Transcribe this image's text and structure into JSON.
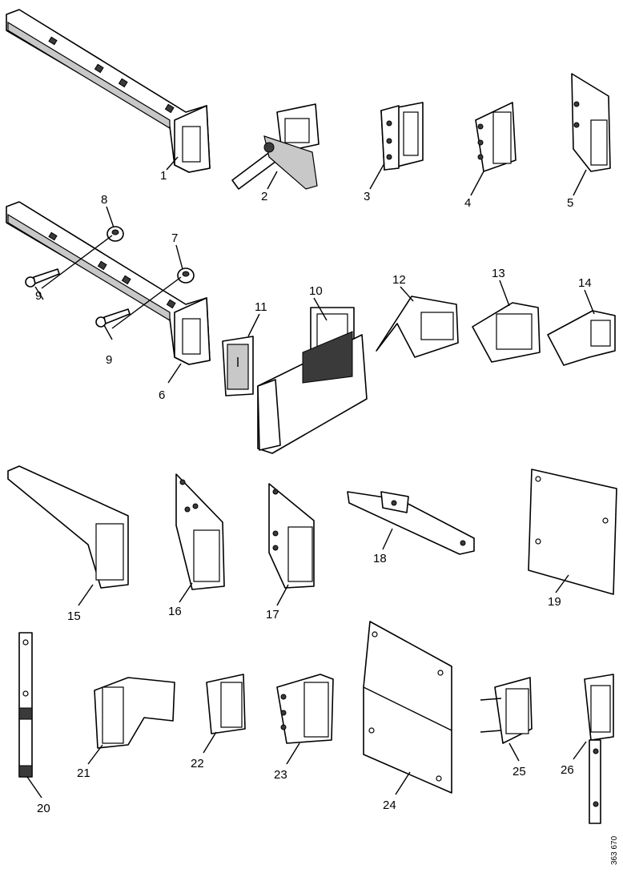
{
  "diagram": {
    "callouts": [
      "1",
      "2",
      "3",
      "4",
      "5",
      "6",
      "7",
      "8",
      "9",
      "9",
      "10",
      "11",
      "12",
      "13",
      "14",
      "15",
      "16",
      "17",
      "18",
      "19",
      "20",
      "21",
      "22",
      "23",
      "24",
      "25",
      "26"
    ],
    "reference_code": "363 670"
  }
}
